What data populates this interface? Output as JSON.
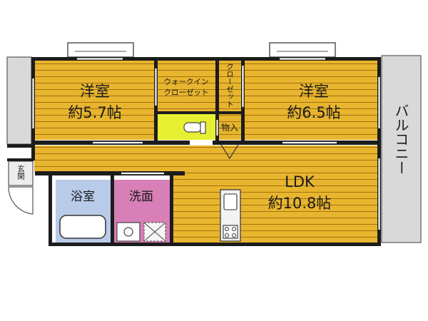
{
  "rooms": {
    "western_left": {
      "name": "洋室",
      "size": "約5.7帖"
    },
    "walk_in_closet": {
      "line1": "ウォークイン",
      "line2": "クローゼット"
    },
    "closet": {
      "label": "クローゼット"
    },
    "western_right": {
      "name": "洋室",
      "size": "約6.5帖"
    },
    "storage": {
      "label": "物入"
    },
    "balcony": {
      "label": "バルコニー"
    },
    "entrance": {
      "label": "玄関"
    },
    "bathroom": {
      "label": "浴室"
    },
    "washroom": {
      "label": "洗面"
    },
    "ldk": {
      "name": "LDK",
      "size": "約10.8帖"
    }
  },
  "colors": {
    "floor_wood": "#e8b52e",
    "floor_lines": "#9a6a10",
    "wall": "#1c1c1c",
    "bathroom": "#b8cbe8",
    "washroom": "#d77fb6",
    "toilet": "#e6ef32",
    "balcony": "#d9d9d9",
    "entrance": "#ededed"
  }
}
